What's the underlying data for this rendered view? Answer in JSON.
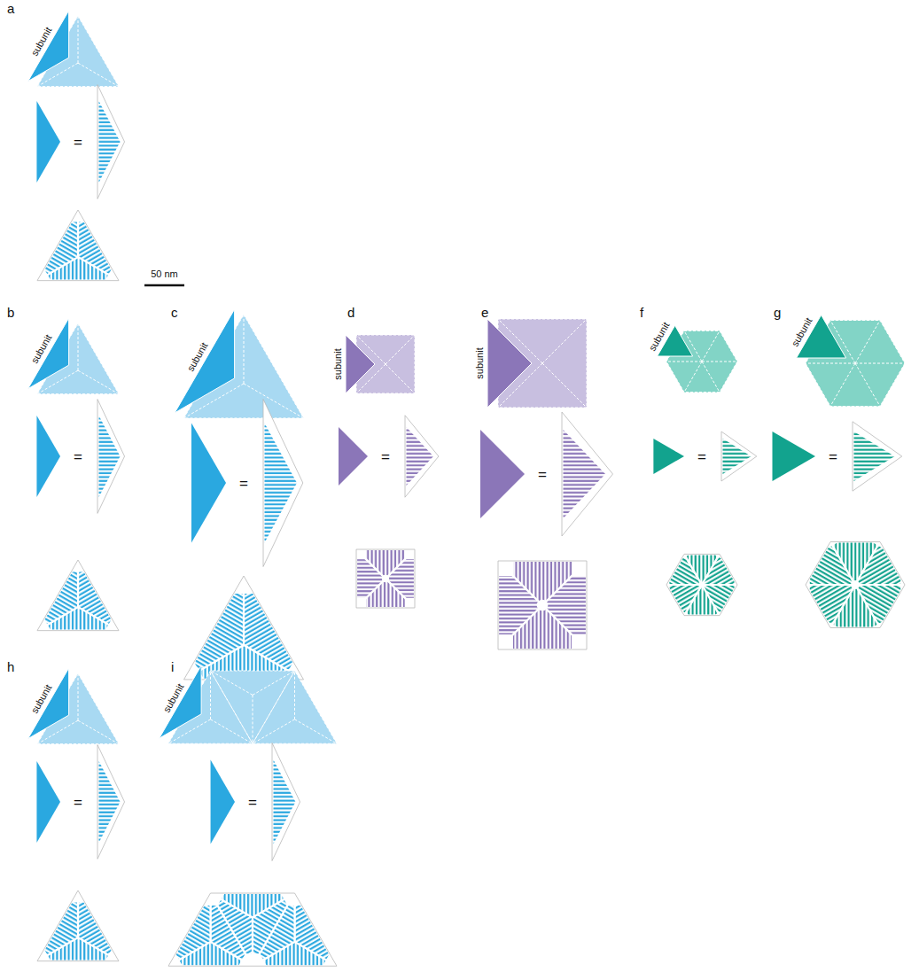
{
  "diagram": {
    "labels": [
      "a",
      "subunit",
      "=",
      "50 nm",
      "b",
      "c",
      "d",
      "e",
      "f",
      "g",
      "subunit",
      "subunit",
      "subunit",
      "subunit",
      "subunit",
      "subunit",
      "=",
      "=",
      "=",
      "=",
      "=",
      "=",
      "h",
      "i",
      "subunit",
      "subunit",
      "=",
      "="
    ]
  }
}
